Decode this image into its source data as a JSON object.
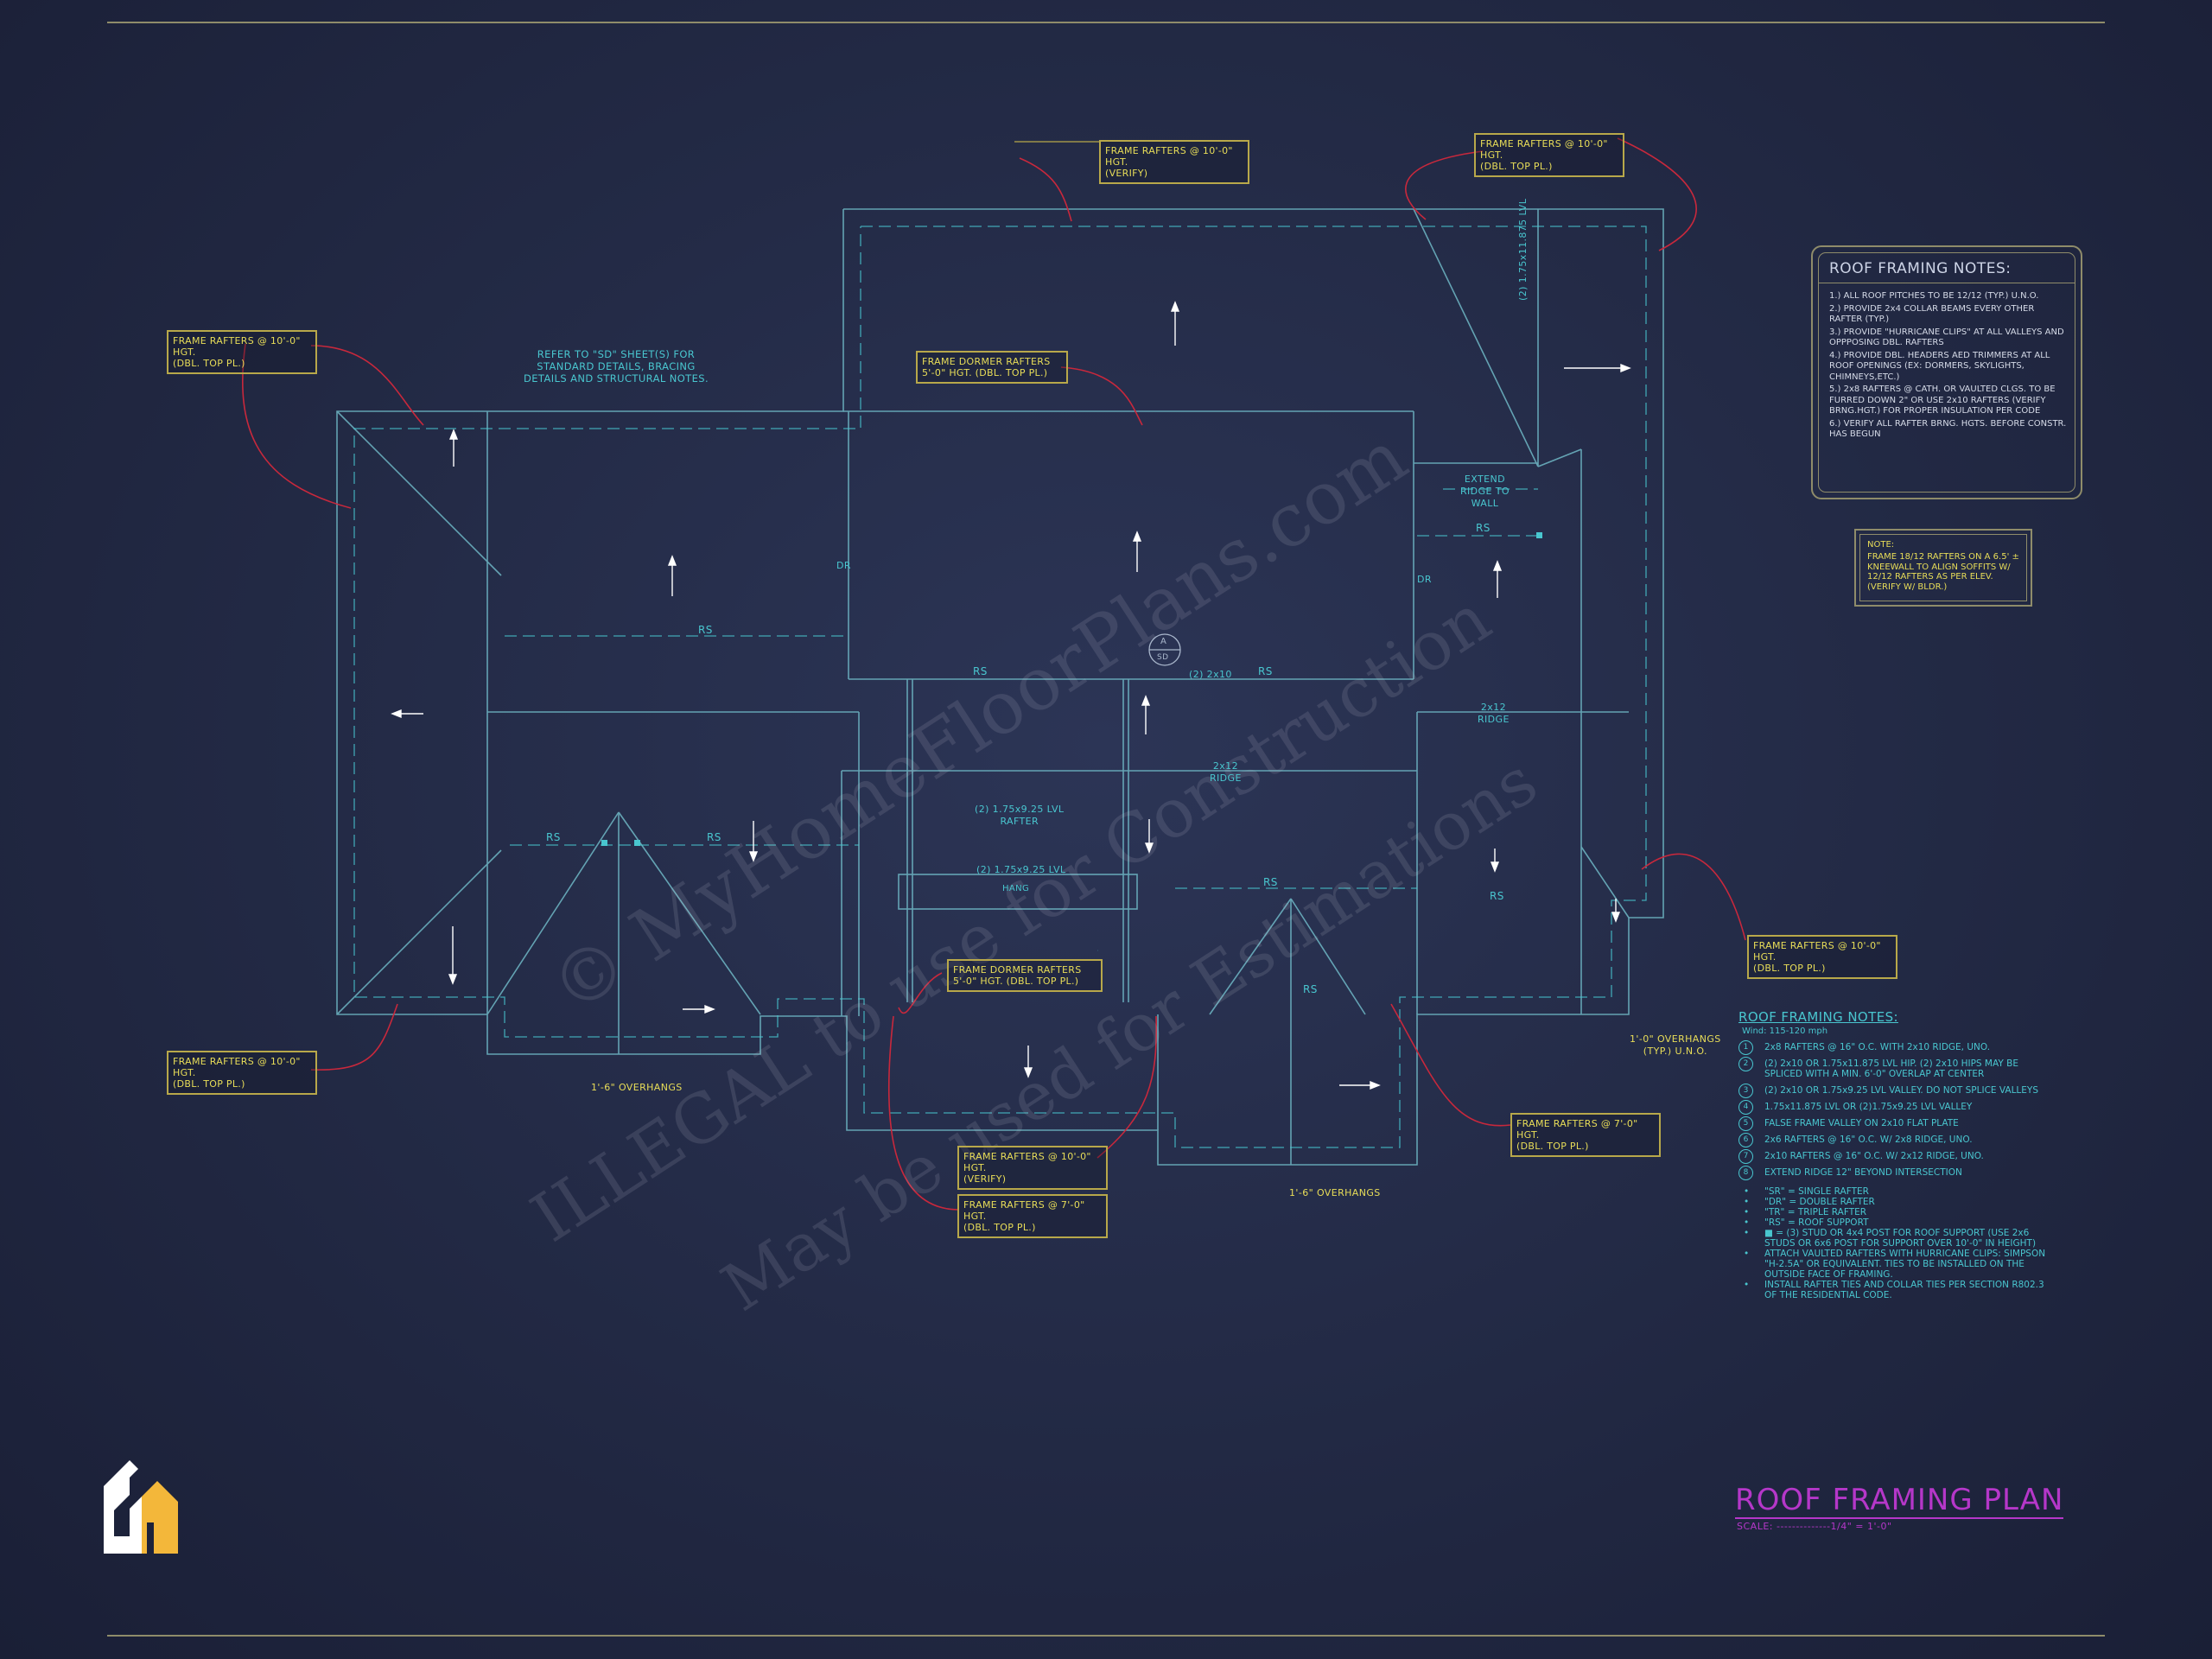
{
  "callouts": {
    "c1": "FRAME RAFTERS @ 10'-0\" HGT.\n(VERIFY)",
    "c2": "FRAME RAFTERS @ 10'-0\" HGT.\n(DBL. TOP PL.)",
    "c3": "FRAME RAFTERS @ 10'-0\" HGT.\n(DBL. TOP PL.)",
    "c4": "FRAME DORMER RAFTERS\n5'-0\" HGT. (DBL. TOP PL.)",
    "c5": "FRAME RAFTERS @ 10'-0\" HGT.\n(DBL. TOP PL.)",
    "c6": "FRAME DORMER RAFTERS\n5'-0\" HGT. (DBL. TOP PL.)",
    "c7": "FRAME RAFTERS @ 10'-0\" HGT.\n(VERIFY)",
    "c8": "FRAME RAFTERS @ 7'-0\" HGT.\n(DBL. TOP PL.)",
    "c9": "FRAME RAFTERS @ 7'-0\" HGT.\n(DBL. TOP PL.)",
    "c10": "FRAME RAFTERS @ 10'-0\" HGT.\n(DBL. TOP PL.)"
  },
  "plan_labels": {
    "refer": "REFER TO \"SD\" SHEET(S) FOR\nSTANDARD DETAILS, BRACING\nDETAILS AND STRUCTURAL NOTES.",
    "extend_ridge": "EXTEND\nRIDGE TO\nWALL",
    "overhang_1": "1'-6\" OVERHANGS",
    "overhang_2": "1'-6\" OVERHANGS",
    "overhang_3": "1'-0\" OVERHANGS\n(TYP.) U.N.O.",
    "lvl_rafter": "(2) 1.75x9.25 LVL\nRAFTER",
    "lvl_2": "(2) 1.75x9.25 LVL",
    "lvl_3": "(2) 1.75x11.875 LVL",
    "ridge_1": "2x12\nRIDGE",
    "ridge_2": "2x12\nRIDGE",
    "two_x10": "(2) 2x10",
    "rs": "RS",
    "dr": "DR",
    "hang": "HANG",
    "section_a": "A",
    "section_sd": "SD"
  },
  "roof_notes": {
    "title": "ROOF FRAMING NOTES:",
    "items": [
      "1.) ALL ROOF PITCHES TO BE 12/12 (TYP.) U.N.O.",
      "2.) PROVIDE 2x4 COLLAR BEAMS EVERY OTHER RAFTER (TYP.)",
      "3.) PROVIDE \"HURRICANE CLIPS\" AT ALL VALLEYS AND OPPPOSING DBL. RAFTERS",
      "4.) PROVIDE DBL. HEADERS AED TRIMMERS AT ALL ROOF OPENINGS (EX: DORMERS, SKYLIGHTS, CHIMNEYS,ETC.)",
      "5.) 2x8 RAFTERS @ CATH. OR VAULTED CLGS. TO BE FURRED DOWN 2\" OR USE 2x10 RAFTERS (VERIFY BRNG.HGT.) FOR PROPER INSULATION PER CODE",
      "6.) VERIFY ALL RAFTER BRNG. HGTS. BEFORE CONSTR. HAS BEGUN"
    ]
  },
  "side_note": {
    "title": "NOTE:",
    "body": "FRAME 18/12 RAFTERS ON A 6.5' ± KNEEWALL TO ALIGN SOFFITS W/ 12/12 RAFTERS AS PER ELEV. (VERIFY W/ BLDR.)"
  },
  "legend": {
    "title": "ROOF FRAMING NOTES:",
    "subtitle": "Wind: 115-120 mph",
    "items": [
      {
        "num": "1",
        "text": "2x8 RAFTERS @ 16\" O.C. WITH 2x10 RIDGE, UNO."
      },
      {
        "num": "2",
        "text": "(2) 2x10 OR 1.75x11.875 LVL HIP. (2) 2x10 HIPS MAY BE SPLICED WITH A MIN. 6'-0\" OVERLAP AT CENTER"
      },
      {
        "num": "3",
        "text": "(2) 2x10 OR 1.75x9.25 LVL VALLEY. DO NOT SPLICE VALLEYS"
      },
      {
        "num": "4",
        "text": "1.75x11.875 LVL OR (2)1.75x9.25 LVL VALLEY"
      },
      {
        "num": "5",
        "text": "FALSE FRAME VALLEY ON 2x10 FLAT PLATE"
      },
      {
        "num": "6",
        "text": "2x6 RAFTERS @ 16\" O.C. W/ 2x8 RIDGE, UNO."
      },
      {
        "num": "7",
        "text": "2x10 RAFTERS @ 16\" O.C. W/ 2x12 RIDGE, UNO."
      },
      {
        "num": "8",
        "text": "EXTEND RIDGE 12\" BEYOND INTERSECTION"
      }
    ],
    "bullets": [
      "\"SR\" = SINGLE RAFTER",
      "\"DR\" = DOUBLE RAFTER",
      "\"TR\" = TRIPLE RAFTER",
      "\"RS\" = ROOF SUPPORT",
      "■ = (3) STUD OR 4x4 POST FOR ROOF SUPPORT (USE 2x6 STUDS OR 6x6 POST FOR SUPPORT OVER 10'-0\" IN HEIGHT)",
      "ATTACH VAULTED RAFTERS WITH HURRICANE CLIPS: SIMPSON \"H-2.5A\" OR EQUIVALENT. TIES TO BE INSTALLED ON THE OUTSIDE FACE OF FRAMING.",
      "INSTALL RAFTER TIES AND COLLAR TIES PER SECTION R802.3 OF THE RESIDENTIAL CODE."
    ]
  },
  "sheet": {
    "title": "ROOF FRAMING PLAN",
    "scale": "SCALE: --------------1/4\" = 1'-0\""
  },
  "watermark": {
    "line1": "© MyHomeFloorPlans.com",
    "line2": "ILLEGAL to use for Construction",
    "line3": "May be used for Estimations"
  },
  "colors": {
    "background": "#222944",
    "cyan": "#49c6cf",
    "yellow": "#e8dd58",
    "red": "#c8283c",
    "magenta": "#b537c9",
    "logo_white": "#ffffff",
    "logo_yellow": "#f3b73a"
  },
  "icons": {
    "logo": "home-logo-icon",
    "north_arrow": "arrow-icon",
    "section_marker": "section-marker-icon"
  }
}
